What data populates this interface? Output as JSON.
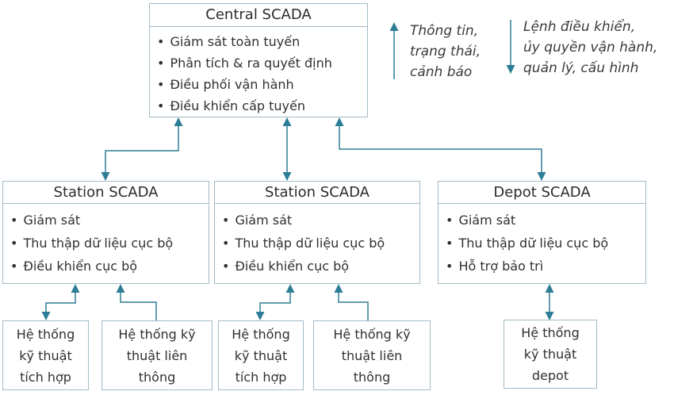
{
  "colors": {
    "arrow": "#2E7D96",
    "box_border": "#A3BAC6",
    "text": "#303030"
  },
  "central": {
    "title": "Central SCADA",
    "bullets": [
      "Giám sát toàn tuyến",
      "Phân tích & ra quyết định",
      "Điều phối vận hành",
      "Điều khiển cấp tuyến"
    ]
  },
  "station1": {
    "title": "Station SCADA",
    "bullets": [
      "Giám sát",
      "Thu thập dữ liệu cục bộ",
      "Điều khiển cục bộ"
    ]
  },
  "station2": {
    "title": "Station SCADA",
    "bullets": [
      "Giám sát",
      "Thu thập dữ liệu cục bộ",
      "Điều khiển cục bộ"
    ]
  },
  "depot": {
    "title": "Depot SCADA",
    "bullets": [
      "Giám sát",
      "Thu thập dữ liệu cục bộ",
      "Hỗ trợ bảo trì"
    ]
  },
  "subsystems": {
    "b1": {
      "lines": [
        "Hệ thống",
        "kỹ thuật",
        "tích hợp"
      ]
    },
    "b2": {
      "lines": [
        "Hệ thống kỹ",
        "thuật liên",
        "thông"
      ]
    },
    "b3": {
      "lines": [
        "Hệ thống",
        "kỹ thuật",
        "tích hợp"
      ]
    },
    "b4": {
      "lines": [
        "Hệ thống kỹ",
        "thuật liên",
        "thông"
      ]
    },
    "b5": {
      "lines": [
        "Hệ thống",
        "kỹ thuật",
        "depot"
      ]
    }
  },
  "annotations": {
    "upward": {
      "lines": [
        "Thông tin,",
        "trạng thái,",
        "cảnh báo"
      ]
    },
    "downward": {
      "lines": [
        "Lệnh điều khiển,",
        "ủy quyền vận hành,",
        "quản lý, cấu hình"
      ]
    }
  }
}
